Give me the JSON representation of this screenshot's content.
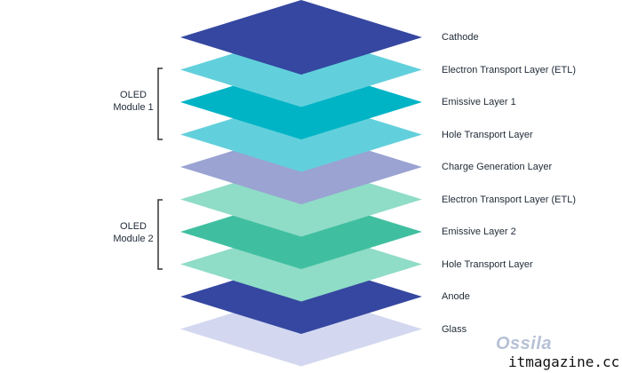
{
  "diagram": {
    "layers": [
      {
        "label": "Cathode",
        "color": "#3547a0"
      },
      {
        "label": "Electron Transport Layer (ETL)",
        "color": "#62d0dc"
      },
      {
        "label": "Emissive Layer 1",
        "color": "#00b4c6"
      },
      {
        "label": "Hole Transport Layer",
        "color": "#62d0dc"
      },
      {
        "label": "Charge Generation Layer",
        "color": "#9aa3d2"
      },
      {
        "label": "Electron Transport Layer (ETL)",
        "color": "#8fdcc7"
      },
      {
        "label": "Emissive Layer 2",
        "color": "#40bfa0"
      },
      {
        "label": "Hole Transport Layer",
        "color": "#8fdcc7"
      },
      {
        "label": "Anode",
        "color": "#3547a0"
      },
      {
        "label": "Glass",
        "color": "#d3d8f0"
      }
    ],
    "modules": [
      {
        "line1": "OLED",
        "line2": "Module 1"
      },
      {
        "line1": "OLED",
        "line2": "Module 2"
      }
    ]
  },
  "logo_text": "Ossila",
  "watermark_text": "itmagazine.cc"
}
